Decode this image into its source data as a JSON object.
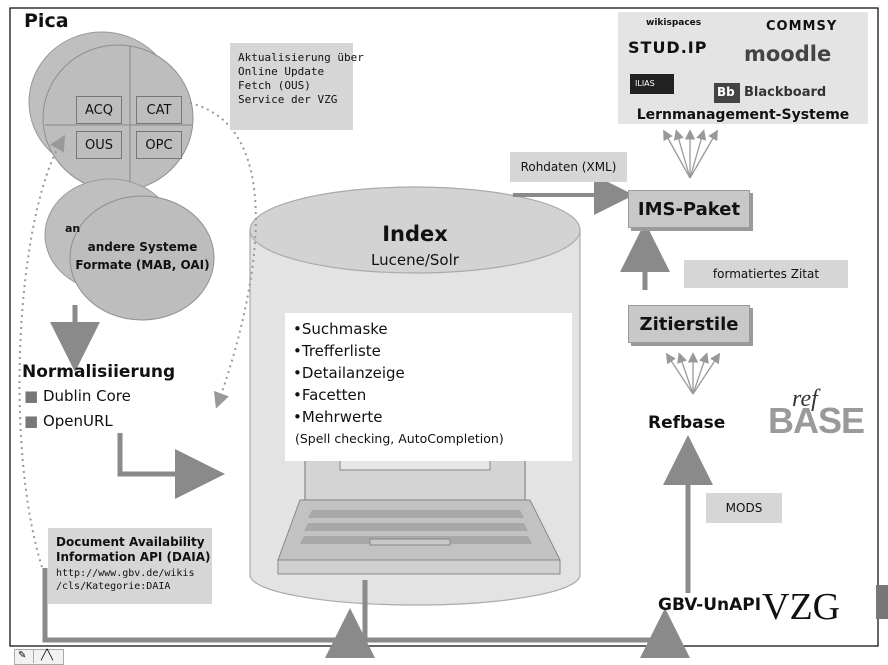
{
  "pica": {
    "title": "Pica",
    "cells": [
      "ACQ",
      "CAT",
      "OUS",
      "OPC"
    ]
  },
  "update_box": {
    "lines": [
      "Aktualisierung über",
      "Online Update",
      "Fetch (OUS)",
      "Service der VZG"
    ]
  },
  "systems": {
    "back_label": "an",
    "lines": [
      "andere Systeme",
      "Formate (MAB, OAI)"
    ]
  },
  "normalization": {
    "title": "Normalisiierung",
    "items": [
      "Dublin Core",
      "OpenURL"
    ]
  },
  "daia": {
    "title_lines": [
      "Document Availability",
      "Information API (DAIA)"
    ],
    "url_lines": [
      "http://www.gbv.de/wikis",
      "/cls/Kategorie:DAIA"
    ]
  },
  "index": {
    "title": "Index",
    "subtitle": "Lucene/Solr",
    "features": [
      "Suchmaske",
      "Trefferliste",
      "Detailanzeige",
      "Facetten",
      "Mehrwerte"
    ],
    "note": "(Spell checking, AutoCompletion)"
  },
  "lms": {
    "logos": [
      "wikispaces",
      "COMMSY",
      "STUD.IP",
      "moodle",
      "ILIAS",
      "Blackboard"
    ],
    "bb_mark": "Bb",
    "caption": "Lernmanagement-Systeme"
  },
  "rohdaten": "Rohdaten (XML)",
  "ims_paket": "IMS-Paket",
  "formatiertes_zitat": "formatiertes Zitat",
  "zitierstile": "Zitierstile",
  "refbase": {
    "label": "Refbase",
    "logo_ref": "ref",
    "logo_word": "BASE"
  },
  "mods": "MODS",
  "gbv": {
    "label": "GBV-UnAPI",
    "vzg": "VZG"
  }
}
